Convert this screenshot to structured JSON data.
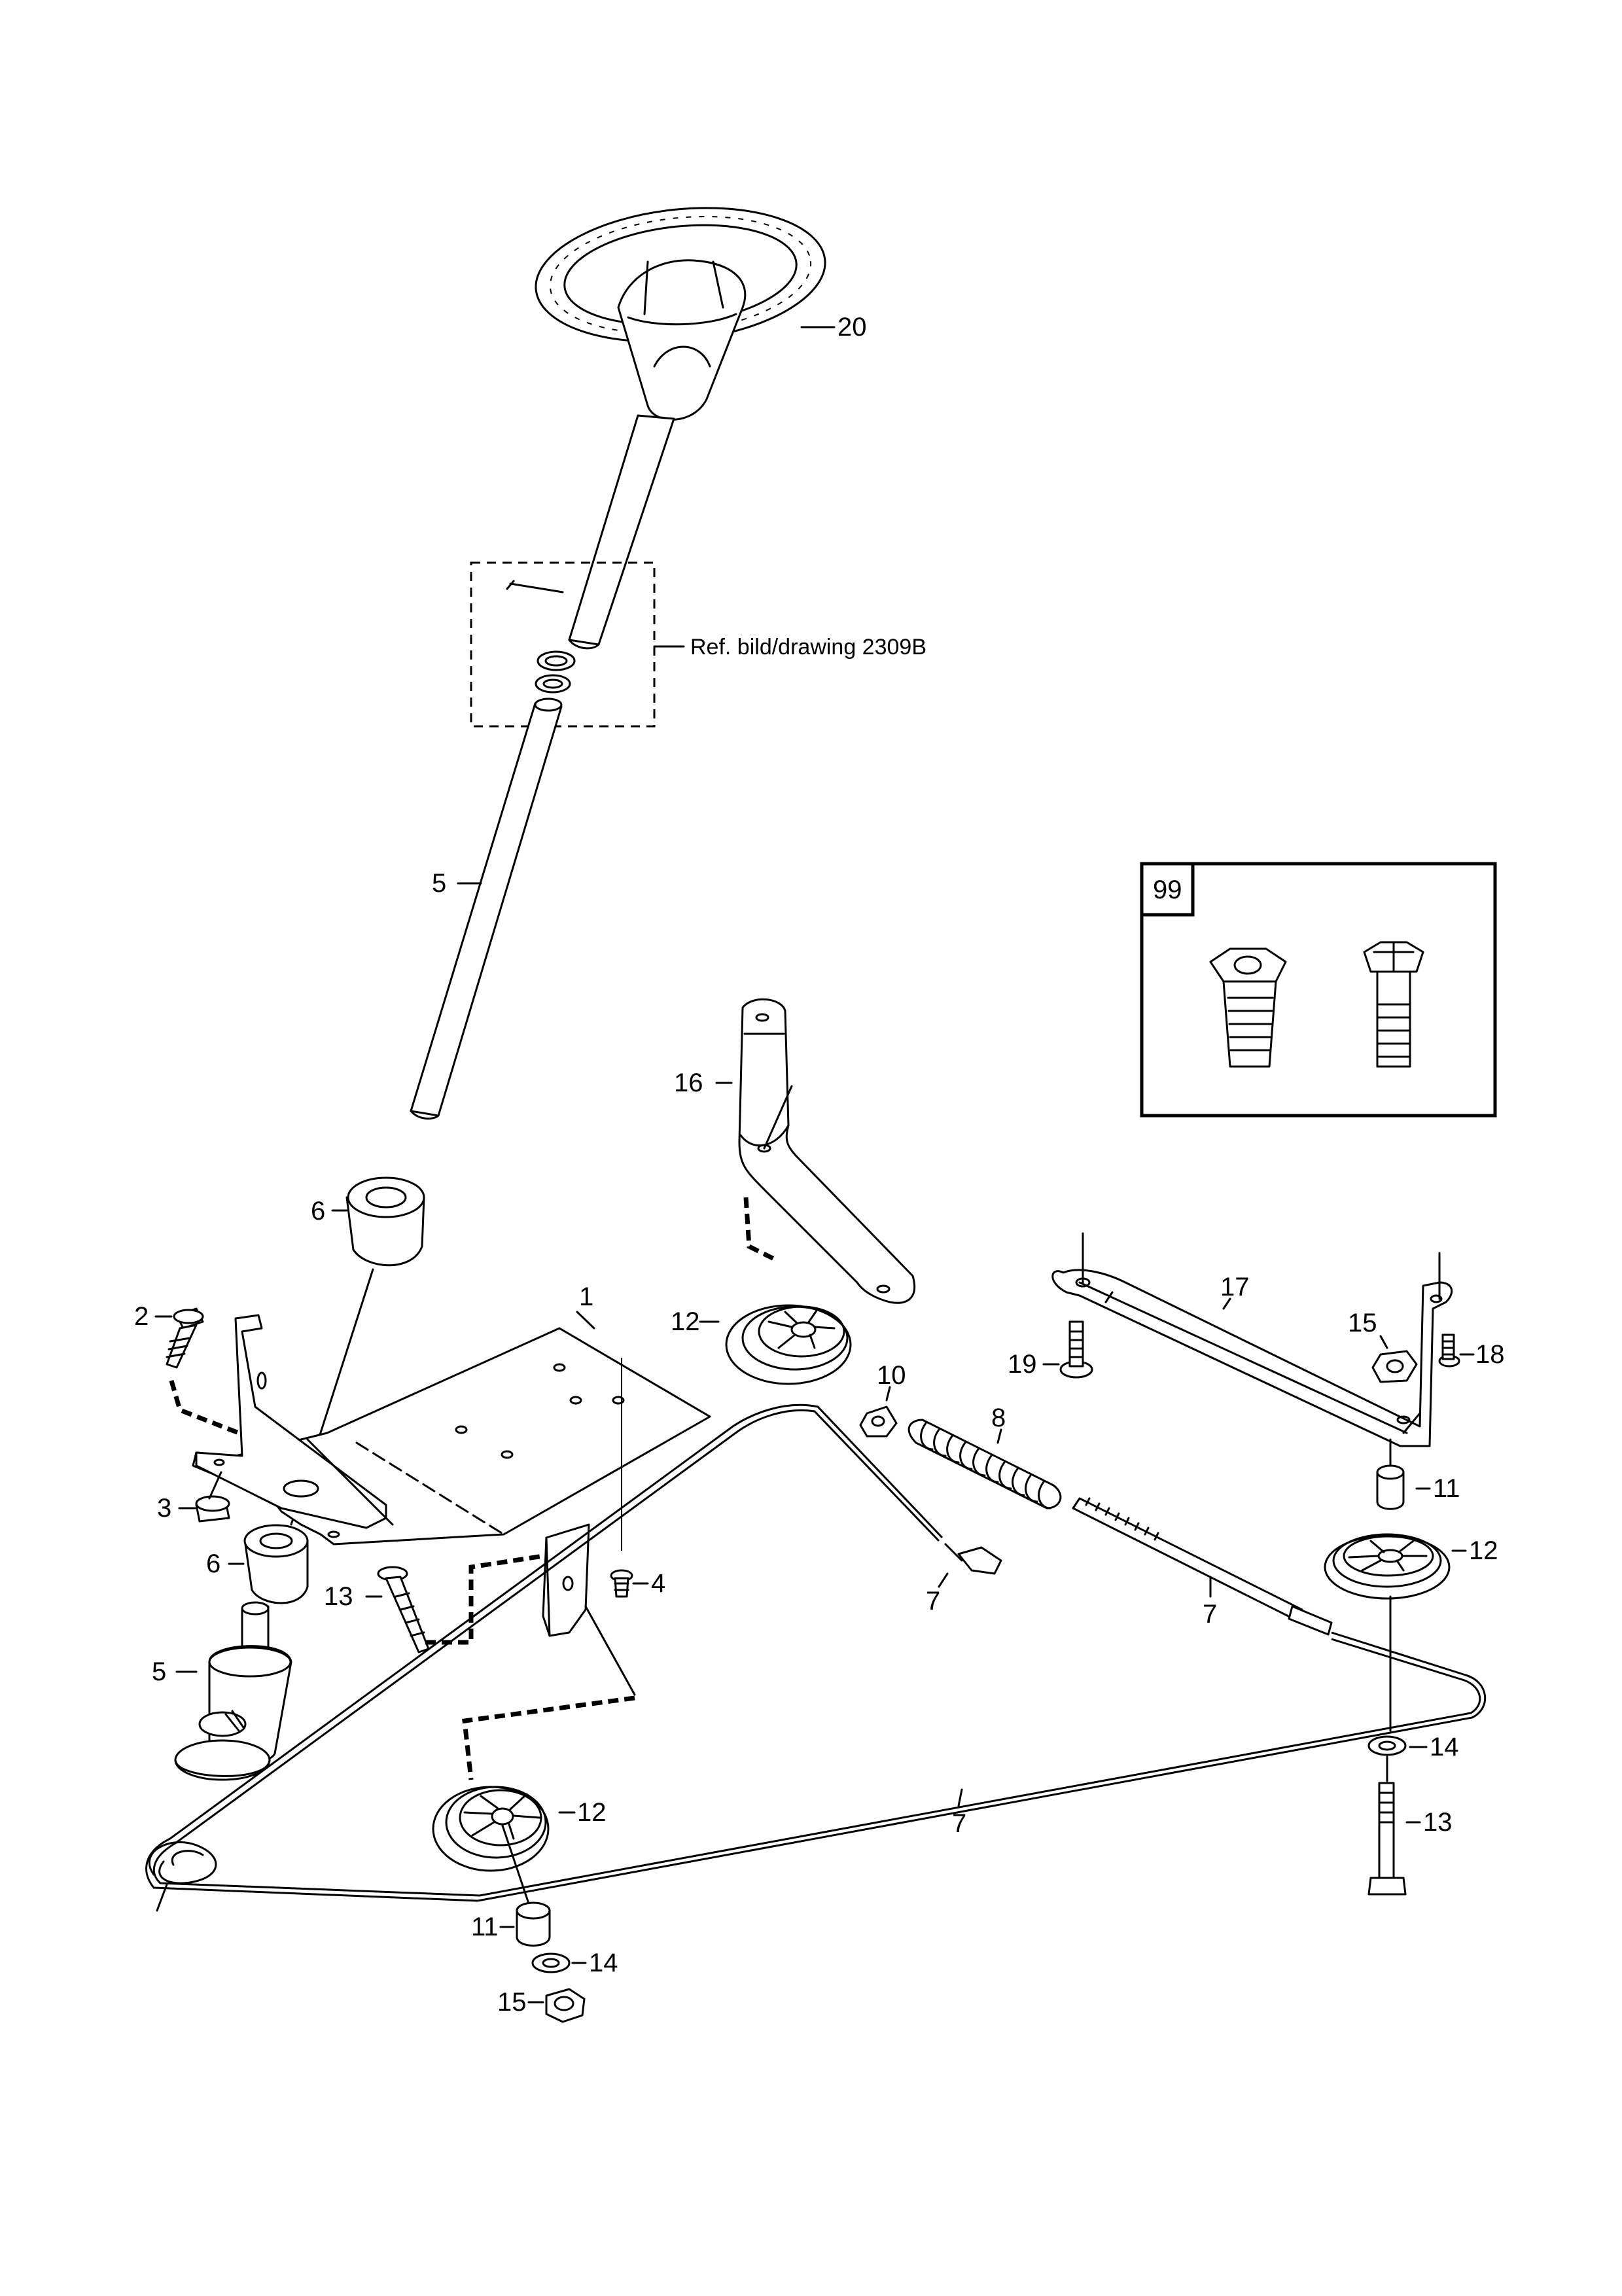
{
  "reference_note": "Ref. bild/drawing 2309B",
  "inset_box_label": "99",
  "callouts": {
    "steering_wheel": "20",
    "steering_shaft": "5",
    "upper_bushing": "6",
    "bolt_left": "2",
    "nut_left": "3",
    "plate": "1",
    "lower_bushing": "6",
    "steering_column_base": "5",
    "bolt_center": "13",
    "screw_center": "4",
    "bracket_16": "16",
    "pulley_upper": "12",
    "cable_end_upper": "7",
    "nut_10": "10",
    "spring_8": "8",
    "cable_rod": "7",
    "bracket_17": "17",
    "screw_19": "19",
    "nut_15_right": "15",
    "screw_18": "18",
    "spacer_11_right": "11",
    "pulley_right": "12",
    "washer_14_right": "14",
    "bolt_13_right": "13",
    "cable_main": "7",
    "pulley_lower": "12",
    "spacer_11_lower": "11",
    "washer_14_lower": "14",
    "nut_15_lower": "15"
  }
}
